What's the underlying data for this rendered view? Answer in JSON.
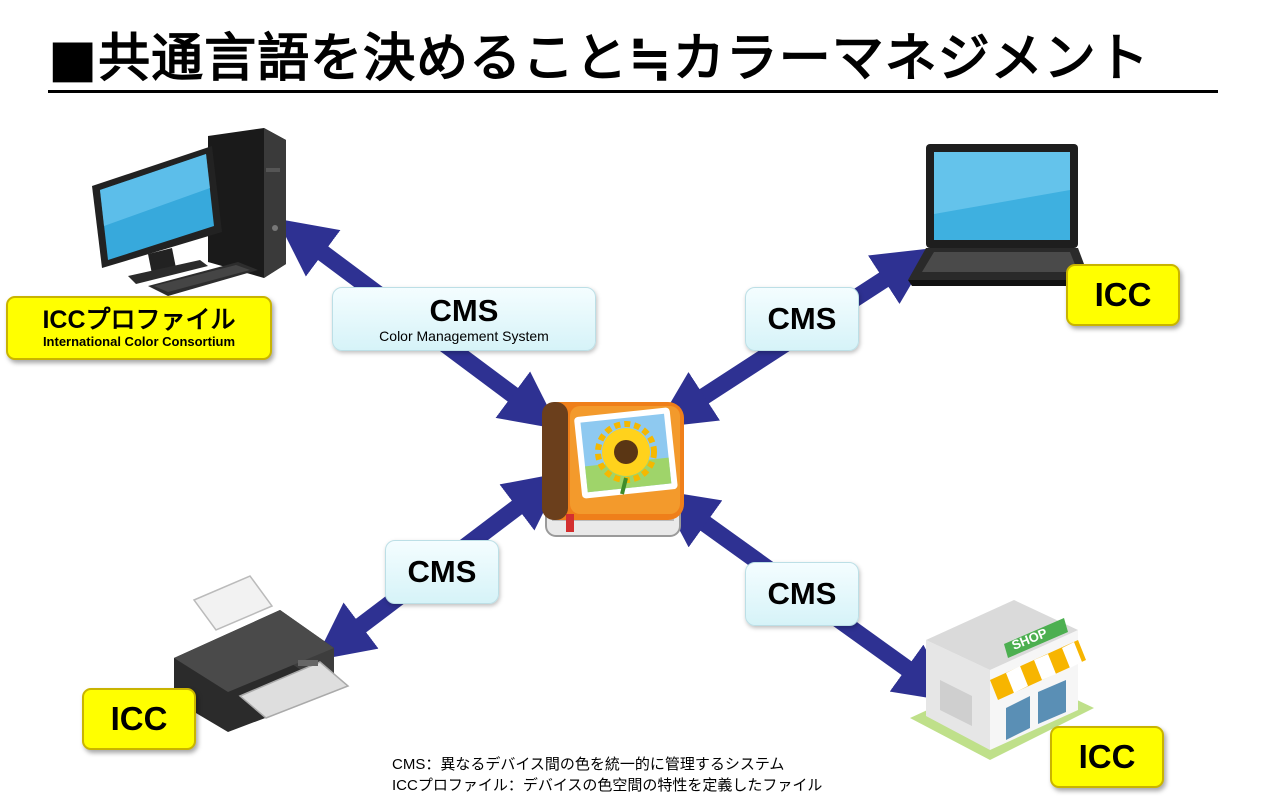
{
  "title": "■共通言語を決めること≒カラーマネジメント",
  "cms_labels": {
    "top_left": {
      "title": "CMS",
      "subtitle": "Color Management System"
    },
    "top_right": {
      "title": "CMS"
    },
    "bottom_left": {
      "title": "CMS"
    },
    "bottom_right": {
      "title": "CMS"
    }
  },
  "icc_labels": {
    "desktop": {
      "title": "ICCプロファイル",
      "subtitle": "International Color Consortium"
    },
    "laptop": {
      "title": "ICC"
    },
    "printer": {
      "title": "ICC"
    },
    "shop": {
      "title": "ICC"
    }
  },
  "shop_sign": "SHOP",
  "notes": [
    "CMS：異なるデバイス間の色を統一的に管理するシステム",
    "ICCプロファイル：デバイスの色空間の特性を定義したファイル"
  ],
  "colors": {
    "arrow": "#2e3192",
    "icc_fill": "#ffff00",
    "cms_fill": "#dff6fa"
  }
}
